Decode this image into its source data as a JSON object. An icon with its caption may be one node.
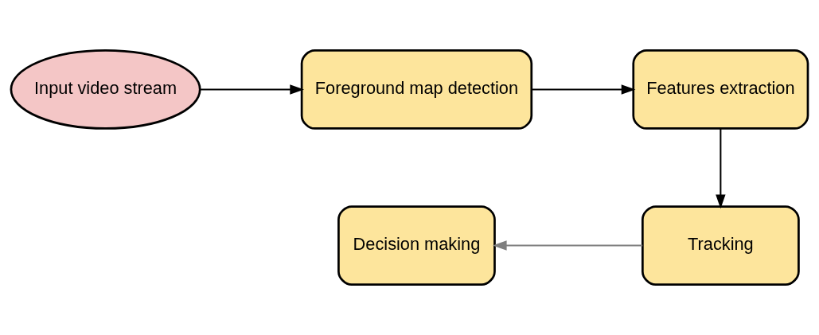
{
  "diagram": {
    "nodes": [
      {
        "text": [
          "Input video stream"
        ]
      },
      {
        "text": [
          "Foreground map detection"
        ]
      },
      {
        "text": [
          "Features extraction"
        ]
      },
      {
        "text": [
          "Decision making"
        ]
      },
      {
        "text": [
          "Tracking"
        ]
      }
    ],
    "edges": [
      {
        "from": 0,
        "to": 1,
        "arrow": "to"
      },
      {
        "from": 1,
        "to": 2,
        "arrow": "to"
      },
      {
        "from": 2,
        "to": 4,
        "arrow": "to"
      },
      {
        "from": 4,
        "to": 3,
        "arrow": "to",
        "color": "#7f7f7f"
      }
    ]
  }
}
